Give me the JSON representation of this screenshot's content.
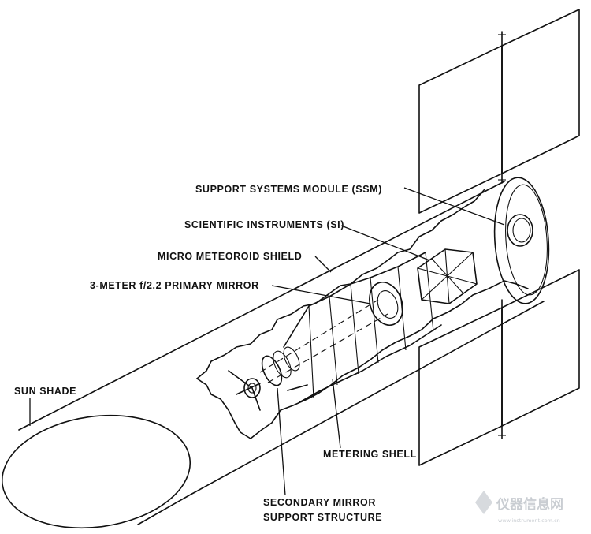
{
  "diagram": {
    "labels": {
      "ssm": "SUPPORT SYSTEMS MODULE (SSM)",
      "si": "SCIENTIFIC INSTRUMENTS (SI)",
      "shield": "MICRO METEOROID SHIELD",
      "mirror": "3-METER f/2.2 PRIMARY MIRROR",
      "sunshade": "SUN SHADE",
      "metering": "METERING SHELL",
      "secondary_line1": "SECONDARY MIRROR",
      "secondary_line2": "SUPPORT STRUCTURE"
    }
  },
  "watermark": {
    "name": "仪器信息网",
    "url": "www.instrument.com.cn"
  },
  "colors": {
    "ink": "#111111",
    "background": "#ffffff",
    "watermark": "#c9cdd2"
  }
}
